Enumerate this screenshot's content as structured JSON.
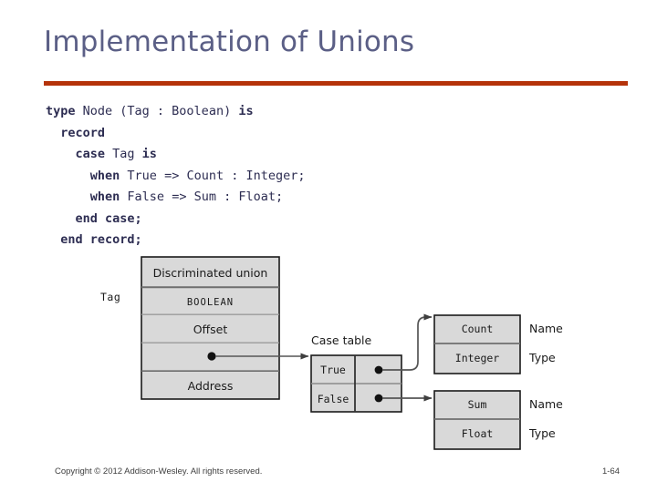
{
  "slide": {
    "title": "Implementation of Unions",
    "rule_color": "#b5330a",
    "title_color": "#5b5f86",
    "background": "#ffffff"
  },
  "code": {
    "font": "monospace",
    "color": "#2d2d52",
    "lines": [
      {
        "indent": 0,
        "tokens": [
          {
            "text": "type",
            "bold": true
          },
          {
            "text": " Node (Tag : Boolean) ",
            "bold": false
          },
          {
            "text": "is",
            "bold": true
          }
        ]
      },
      {
        "indent": 1,
        "tokens": [
          {
            "text": "record",
            "bold": true
          }
        ]
      },
      {
        "indent": 2,
        "tokens": [
          {
            "text": "case",
            "bold": true
          },
          {
            "text": " Tag ",
            "bold": false
          },
          {
            "text": "is",
            "bold": true
          }
        ]
      },
      {
        "indent": 3,
        "tokens": [
          {
            "text": "when",
            "bold": true
          },
          {
            "text": " True => Count : Integer;",
            "bold": false
          }
        ]
      },
      {
        "indent": 3,
        "tokens": [
          {
            "text": "when",
            "bold": true
          },
          {
            "text": " False => Sum : Float;",
            "bold": false
          }
        ]
      },
      {
        "indent": 2,
        "tokens": [
          {
            "text": "end case;",
            "bold": true
          }
        ]
      },
      {
        "indent": 1,
        "tokens": [
          {
            "text": "end record;",
            "bold": true
          }
        ]
      }
    ]
  },
  "figure": {
    "tag_label": "Tag",
    "case_table_label": "Case table",
    "descriptor_rows": [
      "Discriminated union",
      "BOOLEAN",
      "Offset",
      "",
      "Address"
    ],
    "case_table_rows": [
      {
        "value": "True",
        "pointer": "●"
      },
      {
        "value": "False",
        "pointer": "●"
      }
    ],
    "variant_tables": [
      {
        "rows": [
          {
            "value": "Count",
            "label": "Name"
          },
          {
            "value": "Integer",
            "label": "Type"
          }
        ]
      },
      {
        "rows": [
          {
            "value": "Sum",
            "label": "Name"
          },
          {
            "value": "Float",
            "label": "Type"
          }
        ]
      }
    ],
    "colors": {
      "cell_fill": "#d9d9d9",
      "cell_stroke": "#7d7d7d",
      "outer_stroke": "#1a1a1a",
      "connector": "#555555",
      "text": "#1a1a1a"
    }
  },
  "footer": {
    "copyright": "Copyright © 2012 Addison-Wesley. All rights reserved.",
    "page_number": "1-64"
  }
}
